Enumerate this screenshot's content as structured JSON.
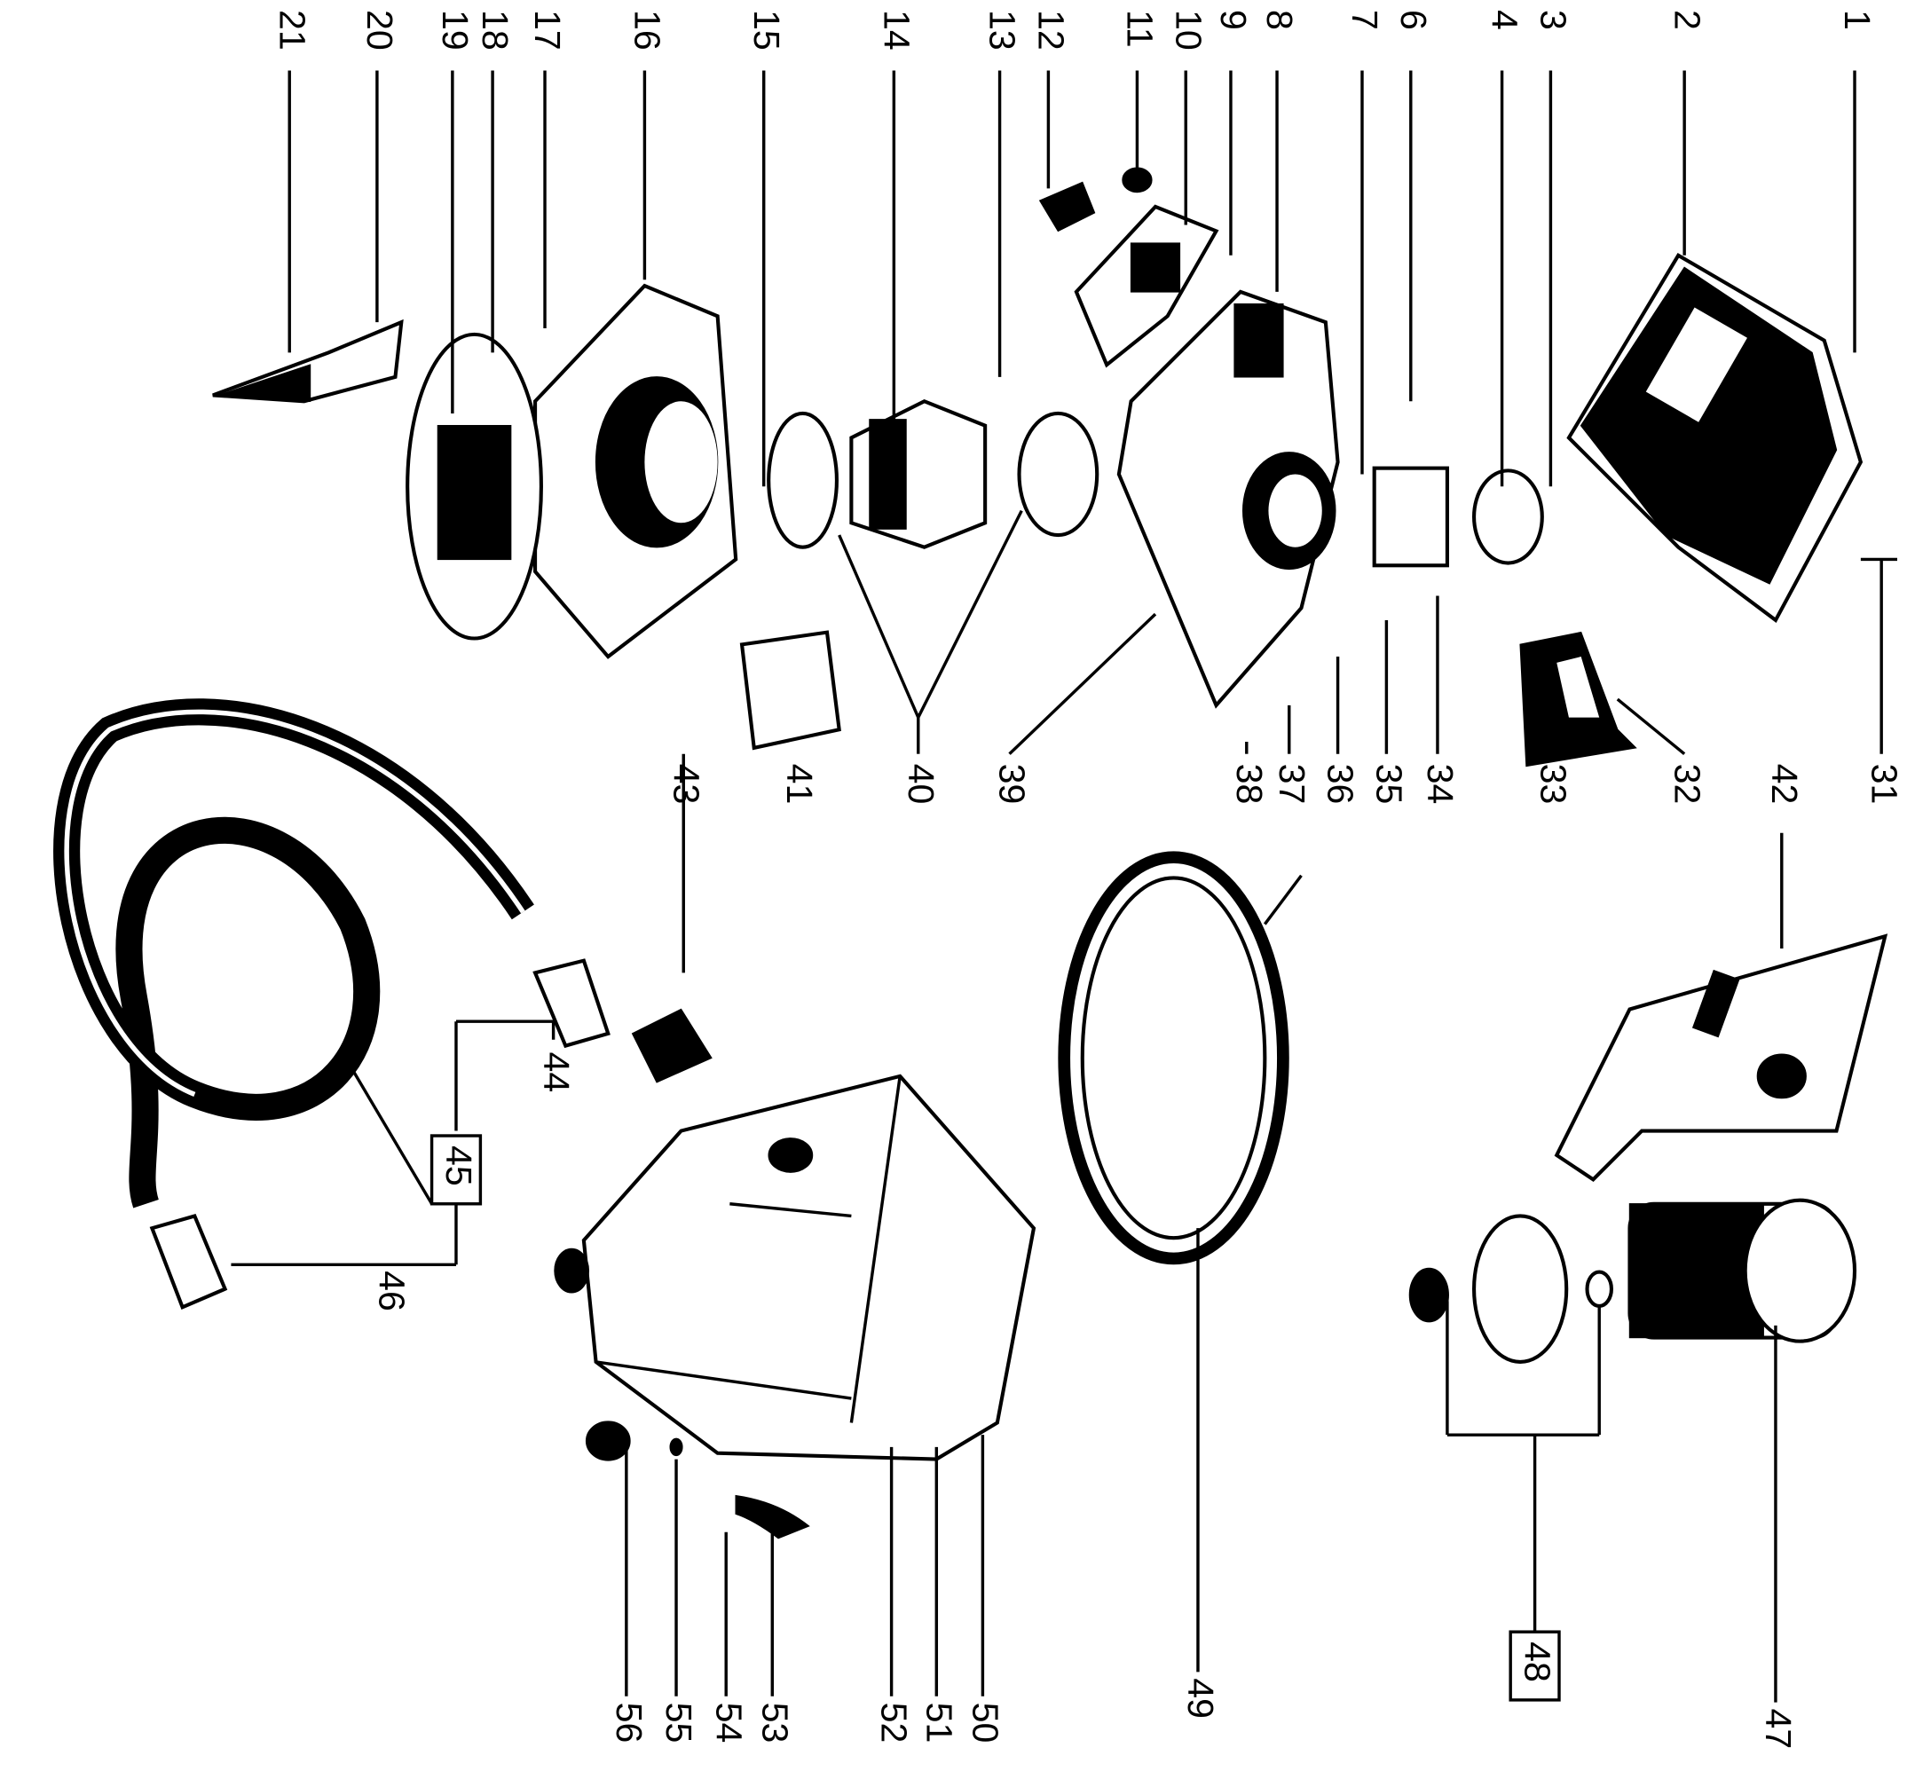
{
  "diagram": {
    "title_visible": false,
    "callouts": {
      "p1": "1",
      "p2": "2",
      "p3": "3",
      "p4": "4",
      "p6": "6",
      "p7": "7",
      "p8": "8",
      "p9": "9",
      "p10": "10",
      "p11": "11",
      "p12": "12",
      "p13": "13",
      "p14": "14",
      "p15": "15",
      "p16": "16",
      "p17": "17",
      "p18": "18",
      "p19": "19",
      "p20": "20",
      "p21": "21",
      "p31": "31",
      "p32": "32",
      "p33": "33",
      "p34": "34",
      "p35": "35",
      "p36": "36",
      "p37": "37",
      "p38": "38",
      "p39": "39",
      "p40": "40",
      "p41": "41",
      "p42": "42",
      "p43": "43",
      "p44": "44",
      "p45": "45",
      "p46": "46",
      "p47": "47",
      "p48": "48",
      "p49": "49",
      "p50": "50",
      "p51": "51",
      "p52": "52",
      "p53": "53",
      "p54": "54",
      "p55": "55",
      "p56": "56"
    },
    "boxed_callouts": [
      "p45",
      "p48"
    ],
    "label_orientation": "rotated-90"
  }
}
